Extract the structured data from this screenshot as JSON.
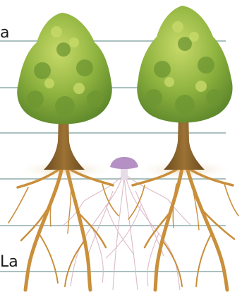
{
  "labels": {
    "top_fragment": "a",
    "bottom_fragment": "La"
  },
  "colors": {
    "guide_line": "#a9c1bf",
    "foliage_dark": "#5f8a2c",
    "foliage_mid": "#86ad3b",
    "foliage_light": "#b7cf5a",
    "trunk": "#8a6229",
    "root": "#c98f3b",
    "mycelium": "#d9b3c4",
    "mushroom_cap": "#b490c4",
    "mushroom_stem": "#e8dbe8",
    "ground": "#efe4cf"
  },
  "icons": [
    "tree",
    "tree",
    "mushroom"
  ]
}
